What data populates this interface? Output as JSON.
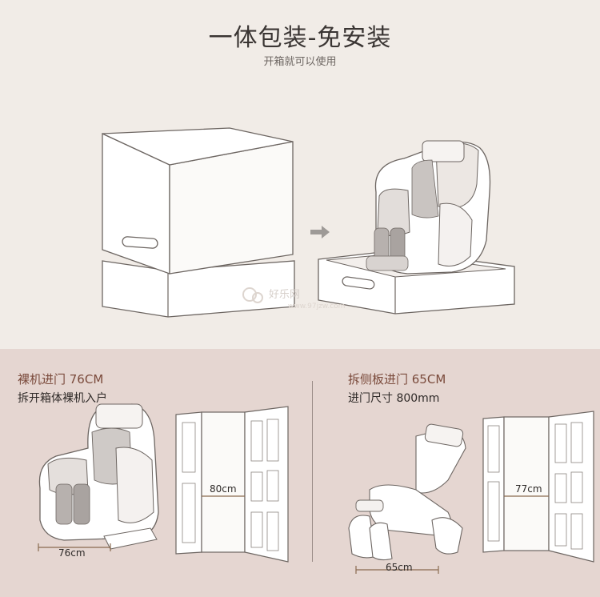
{
  "header": {
    "title": "一体包装-免安装",
    "subtitle": "开箱就可以使用"
  },
  "watermark": {
    "line1": "好乐网",
    "line2": "www.97jzw.com"
  },
  "left_block": {
    "heading": "裸机进门 76CM",
    "subheading": "拆开箱体裸机入户",
    "chair_width_label": "76cm",
    "door_width_label": "80cm"
  },
  "right_block": {
    "heading": "拆侧板进门 65CM",
    "subheading": "进门尺寸 800mm",
    "chair_width_label": "65cm",
    "door_width_label": "77cm"
  },
  "colors": {
    "top_bg": "#f1ece7",
    "bottom_bg": "#e5d6d1",
    "heading_accent": "#7a4a3b",
    "arrow": "#9e9a97",
    "measure_line": "#8a6a4f"
  },
  "icons": [
    "arrow-right-icon",
    "watermark-logo-icon"
  ]
}
